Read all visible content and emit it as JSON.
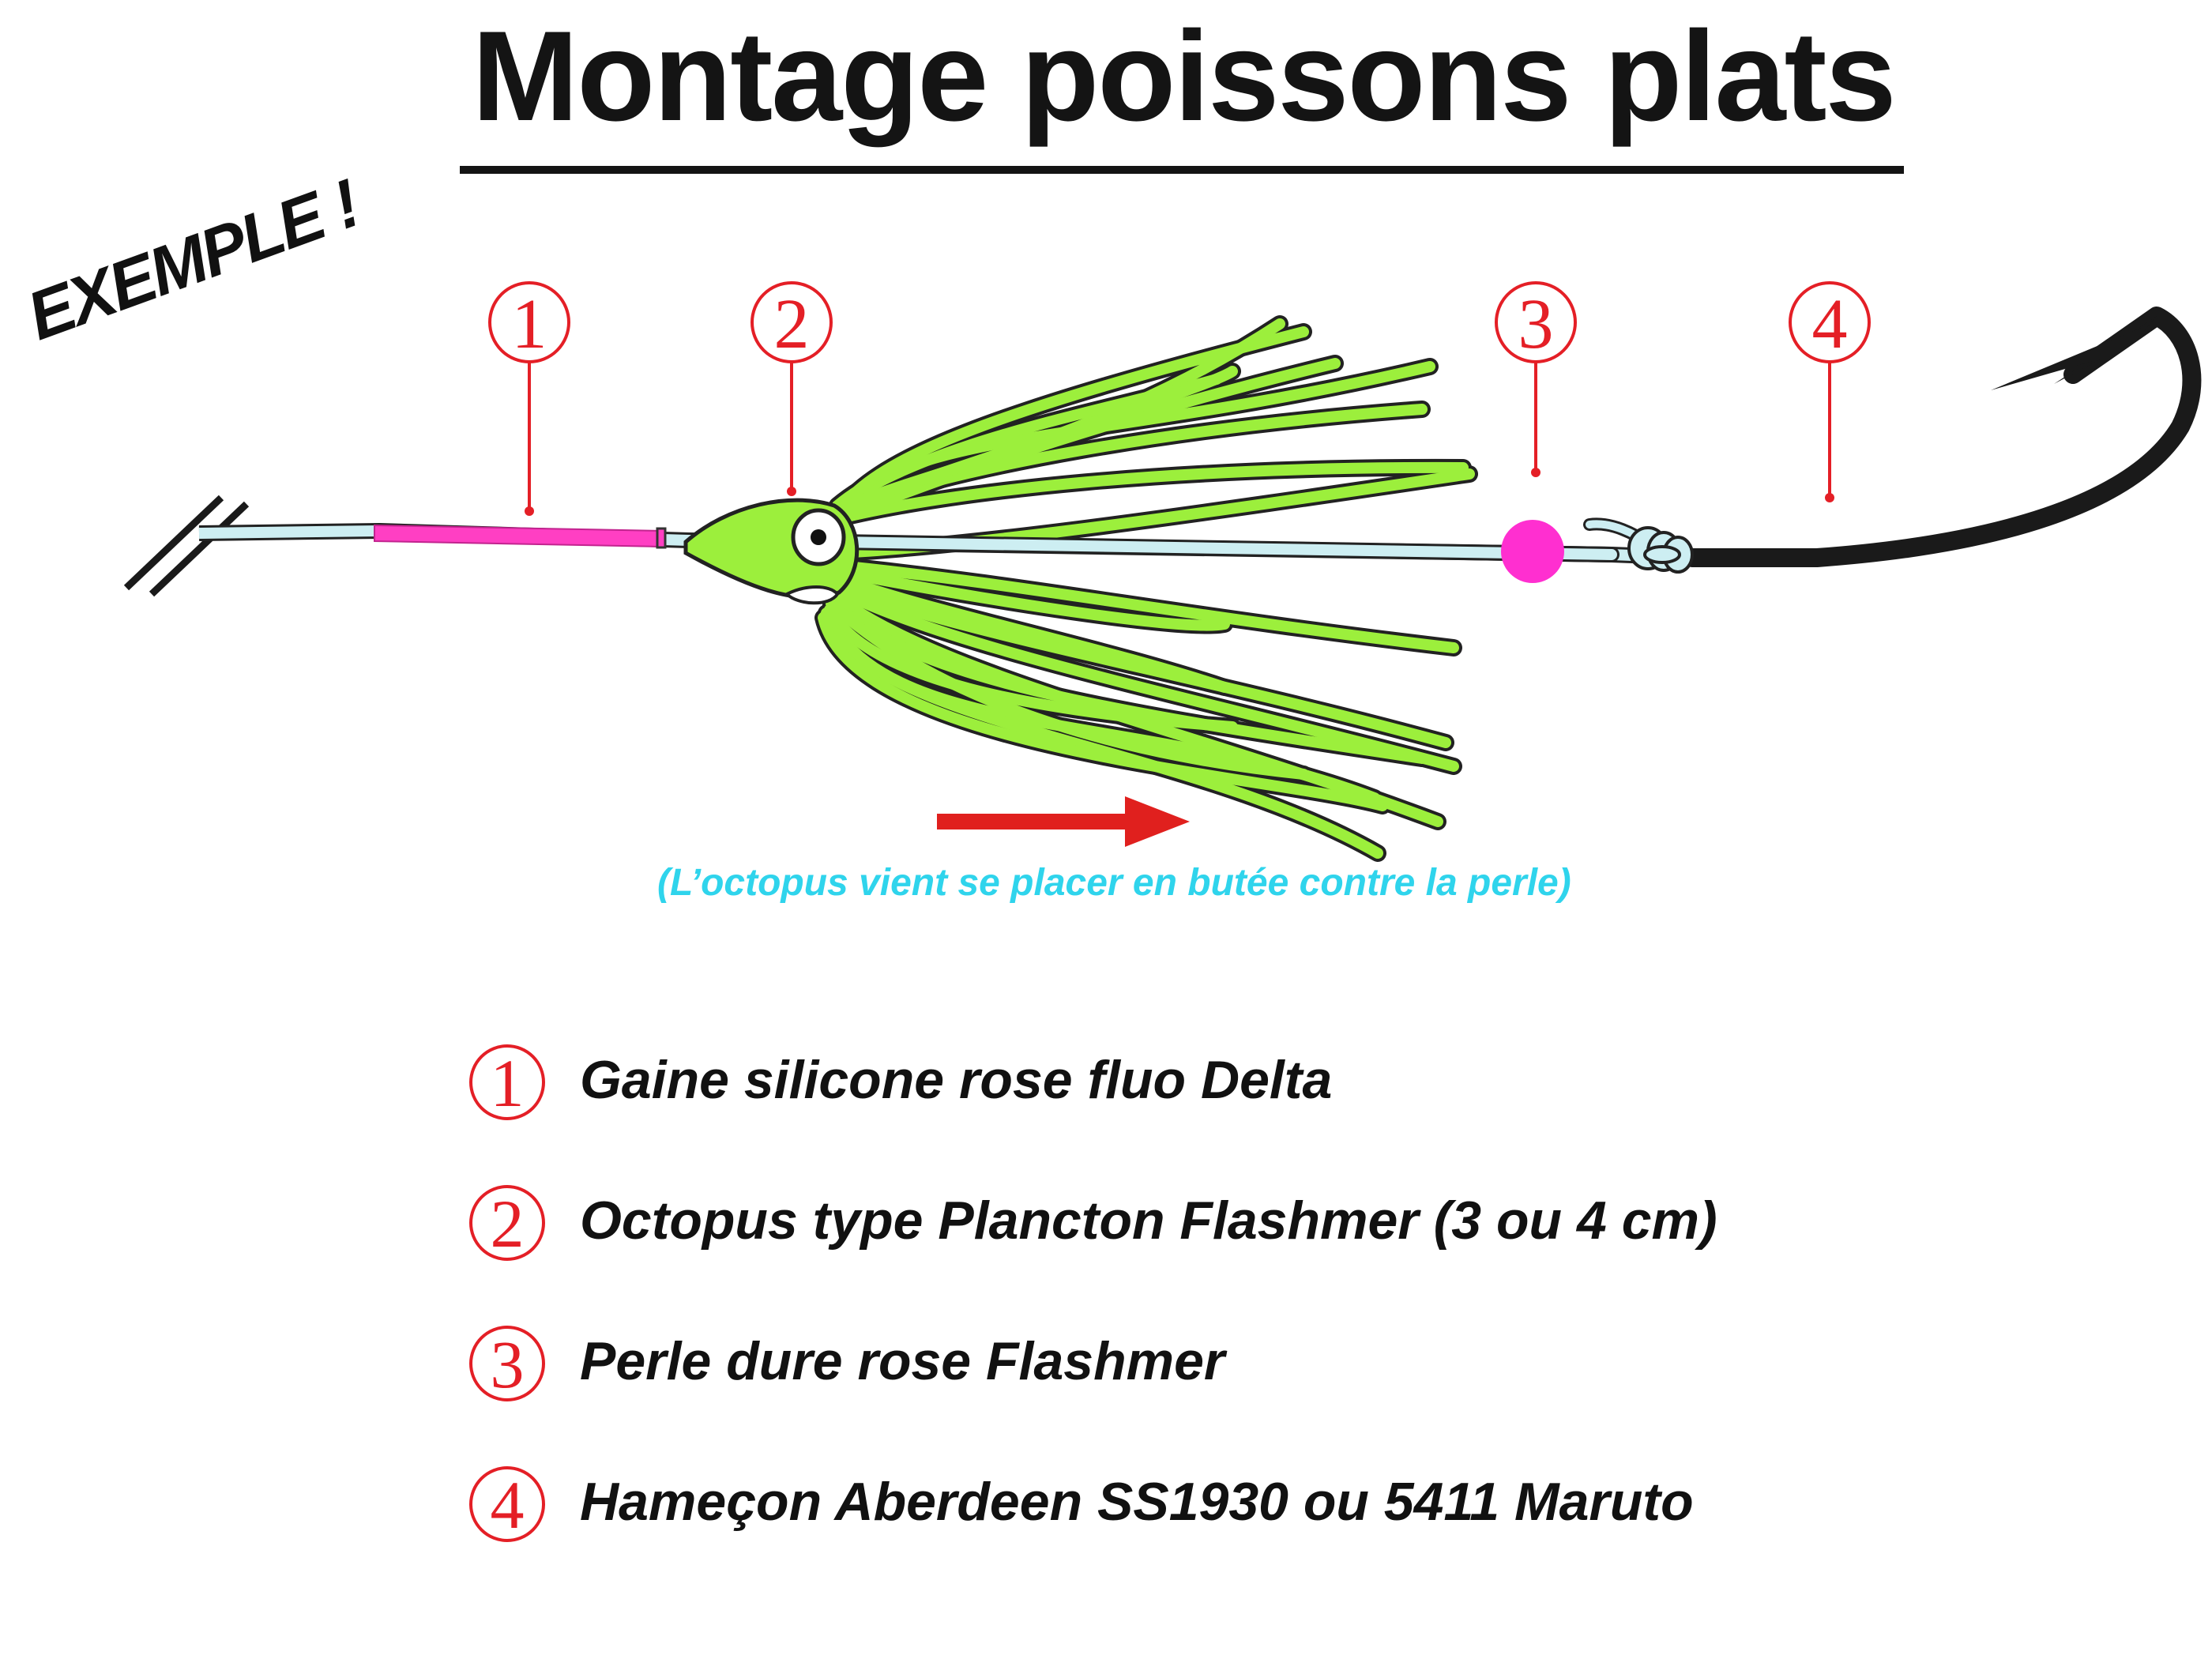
{
  "title": "Montage poissons plats",
  "badge": "EXEMPLE !",
  "callouts": [
    "1",
    "2",
    "3",
    "4"
  ],
  "caption": "(L’octopus vient se placer en butée contre la perle)",
  "legend": [
    {
      "num": "1",
      "text": "Gaine silicone rose fluo Delta"
    },
    {
      "num": "2",
      "text": "Octopus type Plancton Flashmer (3 ou 4 cm)"
    },
    {
      "num": "3",
      "text": "Perle dure rose Flashmer"
    },
    {
      "num": "4",
      "text": "Hameçon Aberdeen SS1930 ou 5411 Maruto"
    }
  ],
  "colors": {
    "callout_red": "#e41f26",
    "sleeve_pink": "#ff3fc3",
    "bead_pink": "#ff2fd0",
    "octopus_green": "#9cef3c",
    "line_blue": "#cdeef2",
    "caption_cyan": "#2fd4ec",
    "arrow_red": "#e0201e",
    "hook_black": "#1a1a1a"
  },
  "icons": [
    "break-mark-icon",
    "octopus-lure-icon",
    "bead-icon",
    "hook-icon",
    "direction-arrow-icon"
  ]
}
